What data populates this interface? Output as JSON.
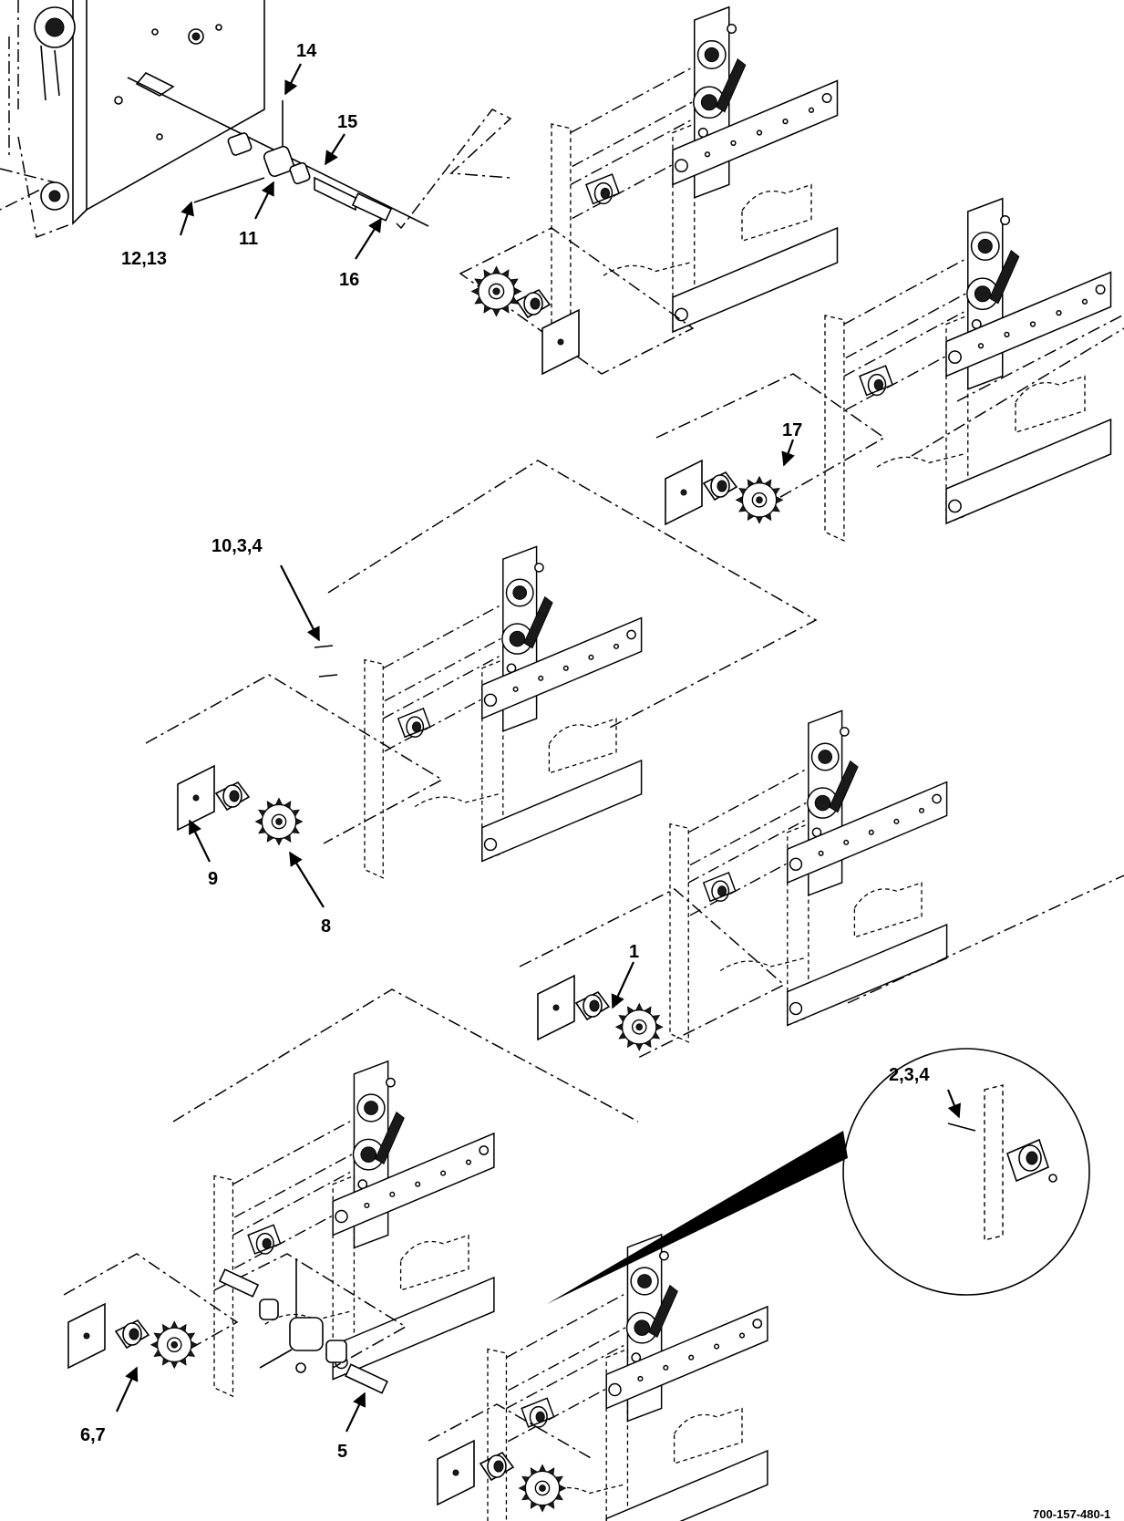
{
  "figure": {
    "id": "700-157-480-1",
    "callouts": {
      "c14": "14",
      "c15": "15",
      "c11": "11",
      "c12_13": "12,13",
      "c16": "16",
      "c17": "17",
      "c10_3_4": "10,3,4",
      "c9": "9",
      "c8": "8",
      "c1": "1",
      "c2_3_4": "2,3,4",
      "c6_7": "6,7",
      "c5": "5"
    }
  }
}
